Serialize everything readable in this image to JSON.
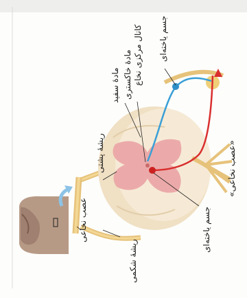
{
  "labels": {
    "white_matter": "مادهٔ سفید",
    "gray_matter": "مادهٔ خاکستری",
    "central_canal": "کانال مرکزی نخاع",
    "cell_body_top": "جسم یاخته‌ای",
    "cell_body_bottom": "جسم یاخته‌ای",
    "dorsal_root": "ریشهٔ پشتی",
    "spinal_nerve": "عصب نخاعی",
    "ventral_root": "ریشهٔ شکمی"
  },
  "caption": "«عصب نخاعی»"
}
